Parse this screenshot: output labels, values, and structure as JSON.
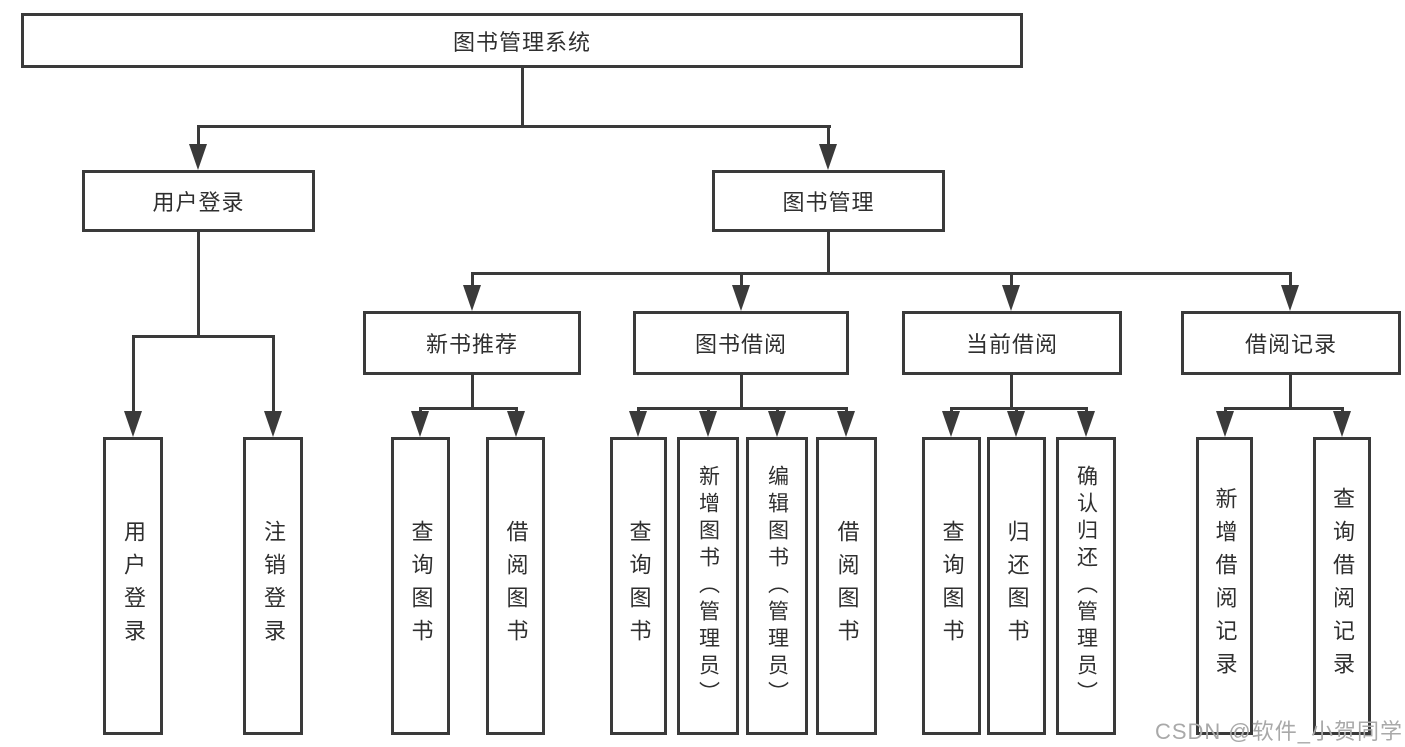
{
  "root": {
    "label": "图书管理系统",
    "children": [
      {
        "label": "用户登录",
        "children": [
          {
            "label": "用户登录"
          },
          {
            "label": "注销登录"
          }
        ]
      },
      {
        "label": "图书管理",
        "children": [
          {
            "label": "新书推荐",
            "children": [
              {
                "label": "查询图书"
              },
              {
                "label": "借阅图书"
              }
            ]
          },
          {
            "label": "图书借阅",
            "children": [
              {
                "label": "查询图书"
              },
              {
                "label": "新增图书（管理员）"
              },
              {
                "label": "编辑图书（管理员）"
              },
              {
                "label": "借阅图书"
              }
            ]
          },
          {
            "label": "当前借阅",
            "children": [
              {
                "label": "查询图书"
              },
              {
                "label": "归还图书"
              },
              {
                "label": "确认归还（管理员）"
              }
            ]
          },
          {
            "label": "借阅记录",
            "children": [
              {
                "label": "新增借阅记录"
              },
              {
                "label": "查询借阅记录"
              }
            ]
          }
        ]
      }
    ]
  },
  "watermark": {
    "text": "CSDN @软件_小贺同学"
  },
  "colors": {
    "line": "#3a3a3a",
    "text": "#2f2f2f",
    "watermark": "#a9a9a9",
    "background": "#ffffff"
  }
}
